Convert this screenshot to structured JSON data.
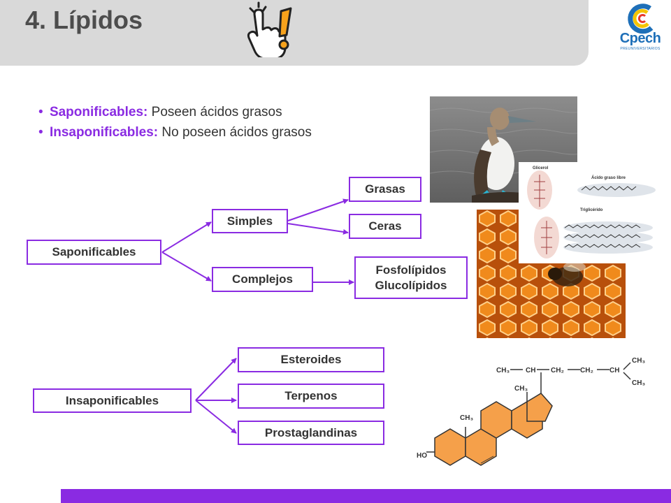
{
  "slide": {
    "title": "4. Lípidos",
    "logo_text": "Cpech",
    "logo_subtext": "PREUNIVERSITARIOS"
  },
  "bullets": [
    {
      "term": "Saponificables:",
      "text": "Poseen ácidos grasos"
    },
    {
      "term": "Insaponificables:",
      "text": "No poseen ácidos grasos"
    }
  ],
  "diagram": {
    "saponificables": "Saponificables",
    "simples": "Simples",
    "complejos": "Complejos",
    "grasas": "Grasas",
    "ceras": "Ceras",
    "fosfolipidos": "Fosfolípidos",
    "glucolipidos": "Glucolípidos",
    "insaponificables": "Insaponificables",
    "esteroides": "Esteroides",
    "terpenos": "Terpenos",
    "prostaglandinas": "Prostaglandinas"
  },
  "figure_labels": {
    "glicerol": "Glicerol",
    "acido_graso": "Ácido graso libre",
    "trigliceridos": "Triglicérido",
    "ch3": "CH₃",
    "ch": "CH",
    "ch2": "CH₂",
    "ho": "HO"
  },
  "colors": {
    "accent": "#8a2be2",
    "title_bar": "#d9d9d9",
    "title_text": "#4d4d4d",
    "steroid_fill": "#f5a04a",
    "logo_blue": "#1e6fb8"
  }
}
